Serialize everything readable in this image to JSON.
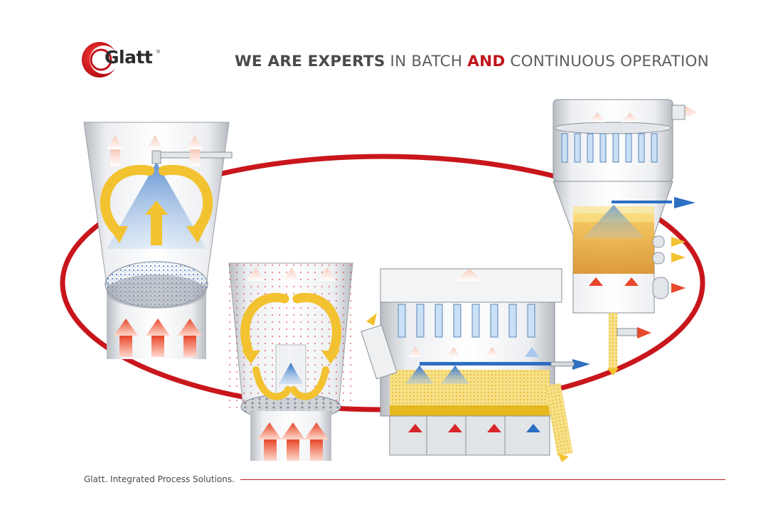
{
  "brand": {
    "logo_text": "Glatt",
    "registered_mark": "®"
  },
  "headline": {
    "part1_bold": "WE ARE EXPERTS",
    "part2": " IN BATCH ",
    "part3_accent": "AND",
    "part4": " CONTINUOUS OPERATION"
  },
  "footer": {
    "tagline": "Glatt. Integrated Process Solutions."
  },
  "colors": {
    "brand_red": "#c0151b",
    "text_gray": "#5e5e5e",
    "airflow_red": "#e8472a",
    "spray_blue": "#2d6fc2",
    "product_yellow": "#f2c230"
  }
}
